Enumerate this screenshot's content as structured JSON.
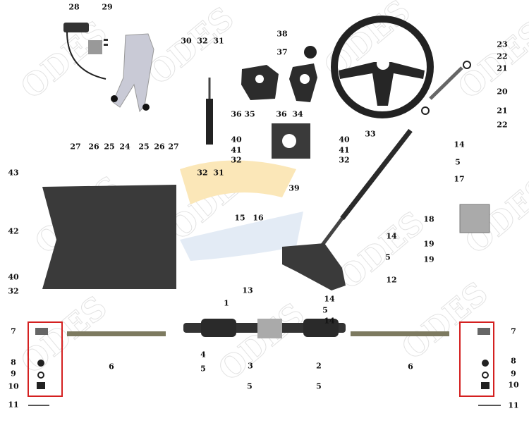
{
  "watermark": "ODES",
  "colors": {
    "highlight_box": "#d42020",
    "part_dark": "#2a2a2a",
    "plate": "#3a3a3a",
    "logo_yellow": "#fbe7b8",
    "logo_blue": "#dfe7f3"
  },
  "callouts": [
    "28",
    "29",
    "30",
    "32",
    "31",
    "38",
    "37",
    "36",
    "35",
    "36",
    "34",
    "33",
    "23",
    "22",
    "21",
    "20",
    "21",
    "22",
    "14",
    "5",
    "17",
    "40",
    "41",
    "32",
    "40",
    "41",
    "32",
    "39",
    "27",
    "26",
    "25",
    "24",
    "25",
    "26",
    "27",
    "32",
    "31",
    "43",
    "42",
    "15",
    "16",
    "18",
    "19",
    "19",
    "14",
    "5",
    "12",
    "13",
    "14",
    "5",
    "14",
    "40",
    "32",
    "1",
    "7",
    "8",
    "9",
    "10",
    "11",
    "6",
    "4",
    "5",
    "3",
    "2",
    "5",
    "5",
    "6",
    "7",
    "8",
    "9",
    "10",
    "11"
  ]
}
